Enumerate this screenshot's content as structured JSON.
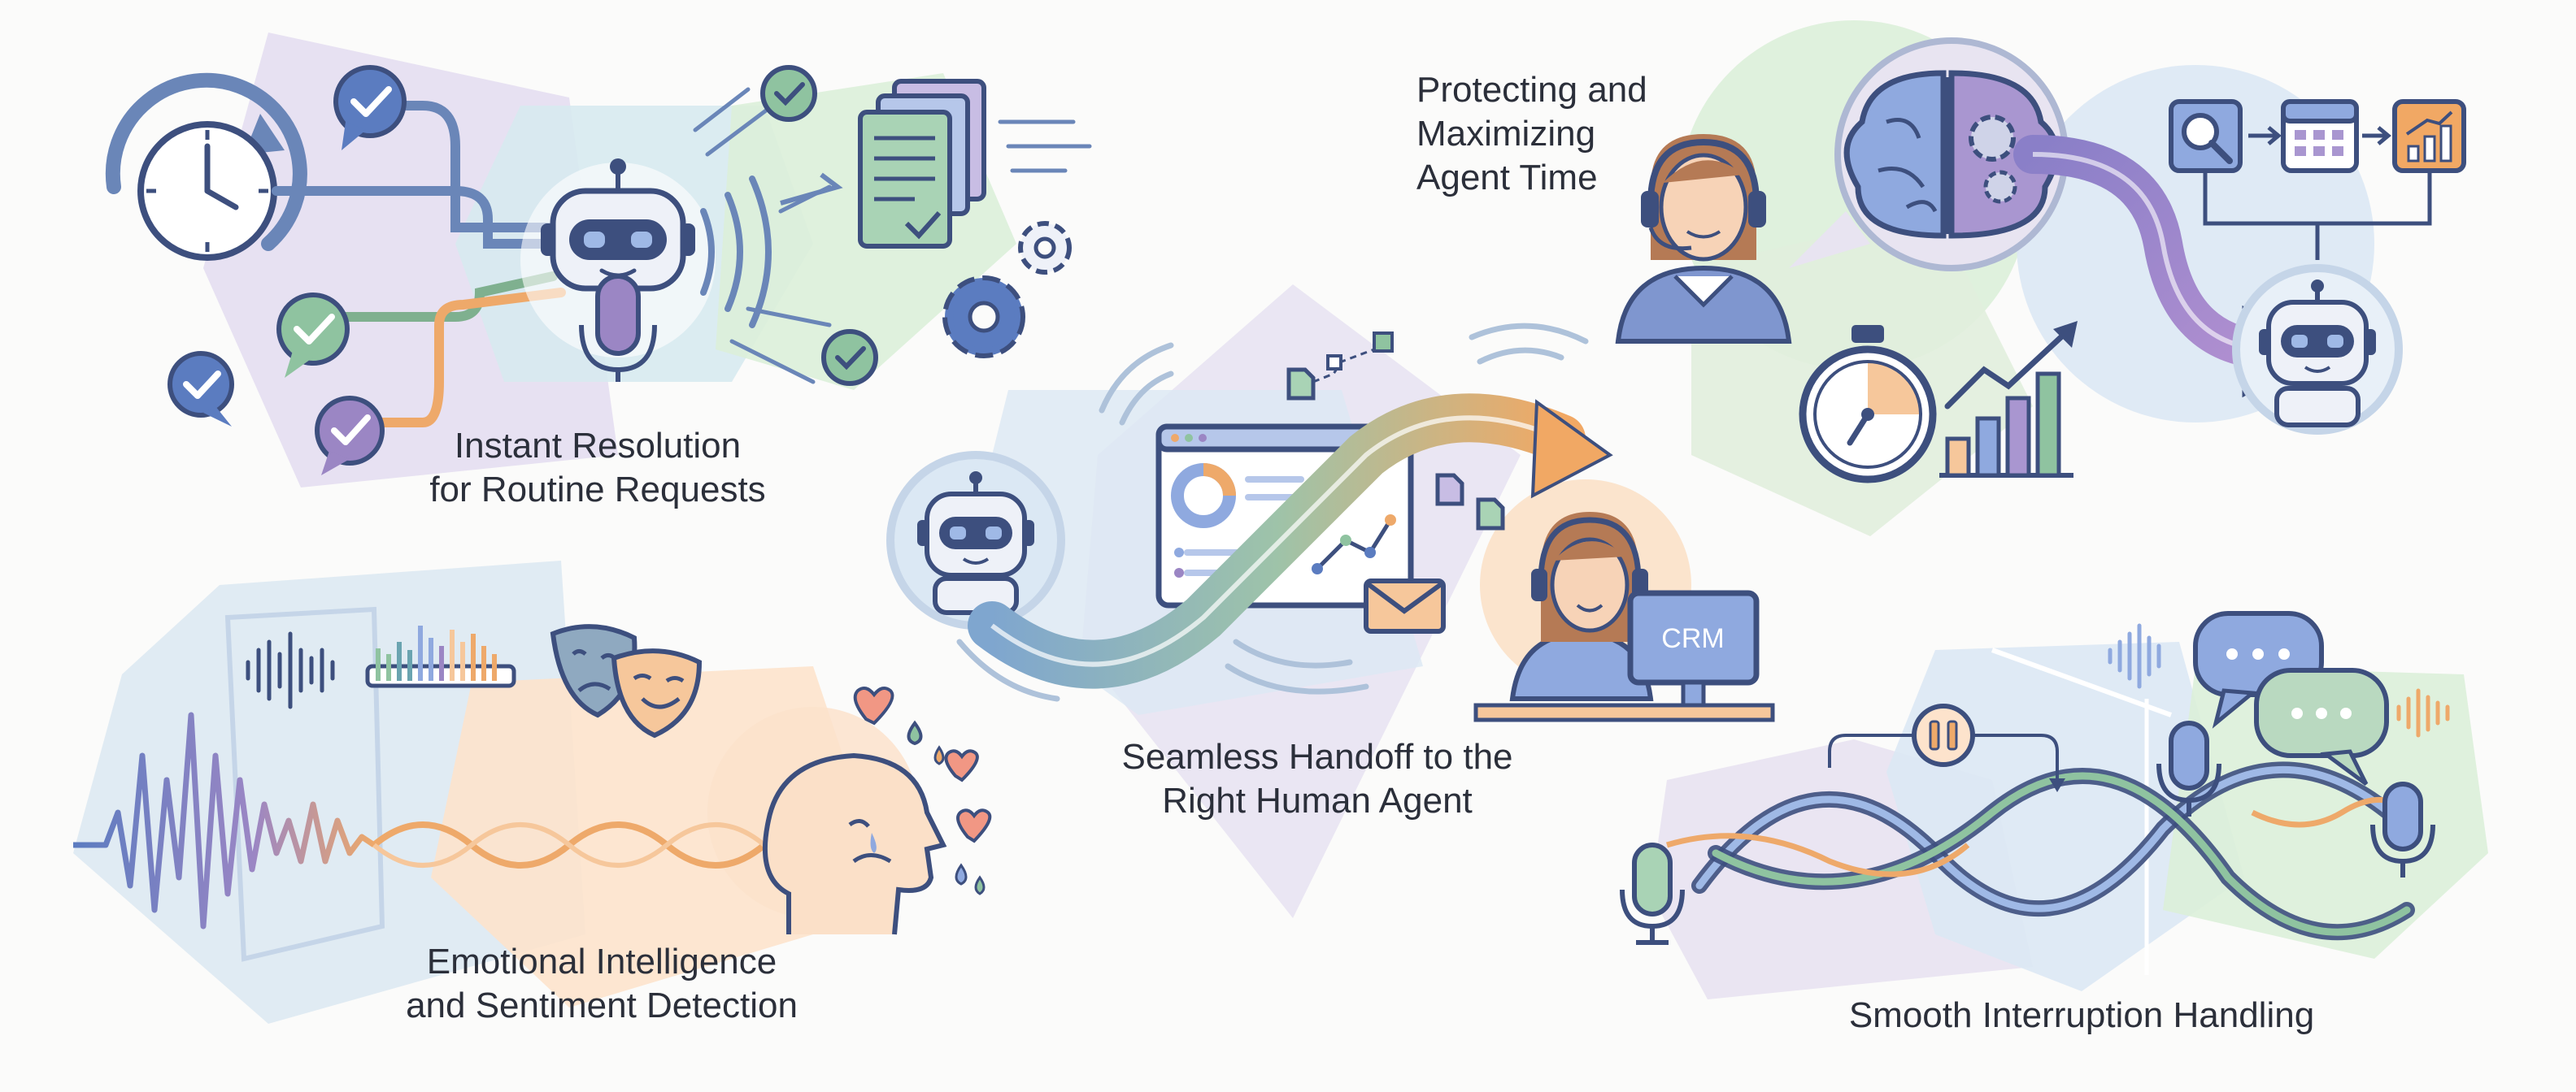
{
  "captions": {
    "instant_line1": "Instant Resolution",
    "instant_line2": "for Routine Requests",
    "protect_line1": "Protecting and",
    "protect_line2": "Maximizing",
    "protect_line3": "Agent Time",
    "handoff_line1": "Seamless Handoff to the",
    "handoff_line2": "Right Human Agent",
    "emotion_line1": "Emotional Intelligence",
    "emotion_line2": "and Sentiment Detection",
    "interrupt_line1": "Smooth Interruption Handling"
  },
  "labels": {
    "crm": "CRM"
  },
  "colors": {
    "blue": "#5b7cc0",
    "navy": "#3d4f7e",
    "purple": "#9b86c4",
    "green": "#8fc3a0",
    "orange": "#eea96a",
    "teal": "#6aa4b0",
    "peach": "#f6c79b"
  },
  "icons": [
    "clock-icon",
    "check-bubble-icon",
    "robot-icon",
    "microphone-icon",
    "document-stack-icon",
    "gear-icon",
    "headset-agent-icon",
    "brain-icon",
    "stopwatch-icon",
    "bar-chart-icon",
    "search-icon",
    "calendar-icon",
    "dashboard-icon",
    "mail-icon",
    "file-icon",
    "computer-monitor-icon",
    "waveform-icon",
    "equalizer-icon",
    "theater-masks-icon",
    "head-profile-icon",
    "heart-icon",
    "pause-icon",
    "speech-bubble-icon"
  ]
}
